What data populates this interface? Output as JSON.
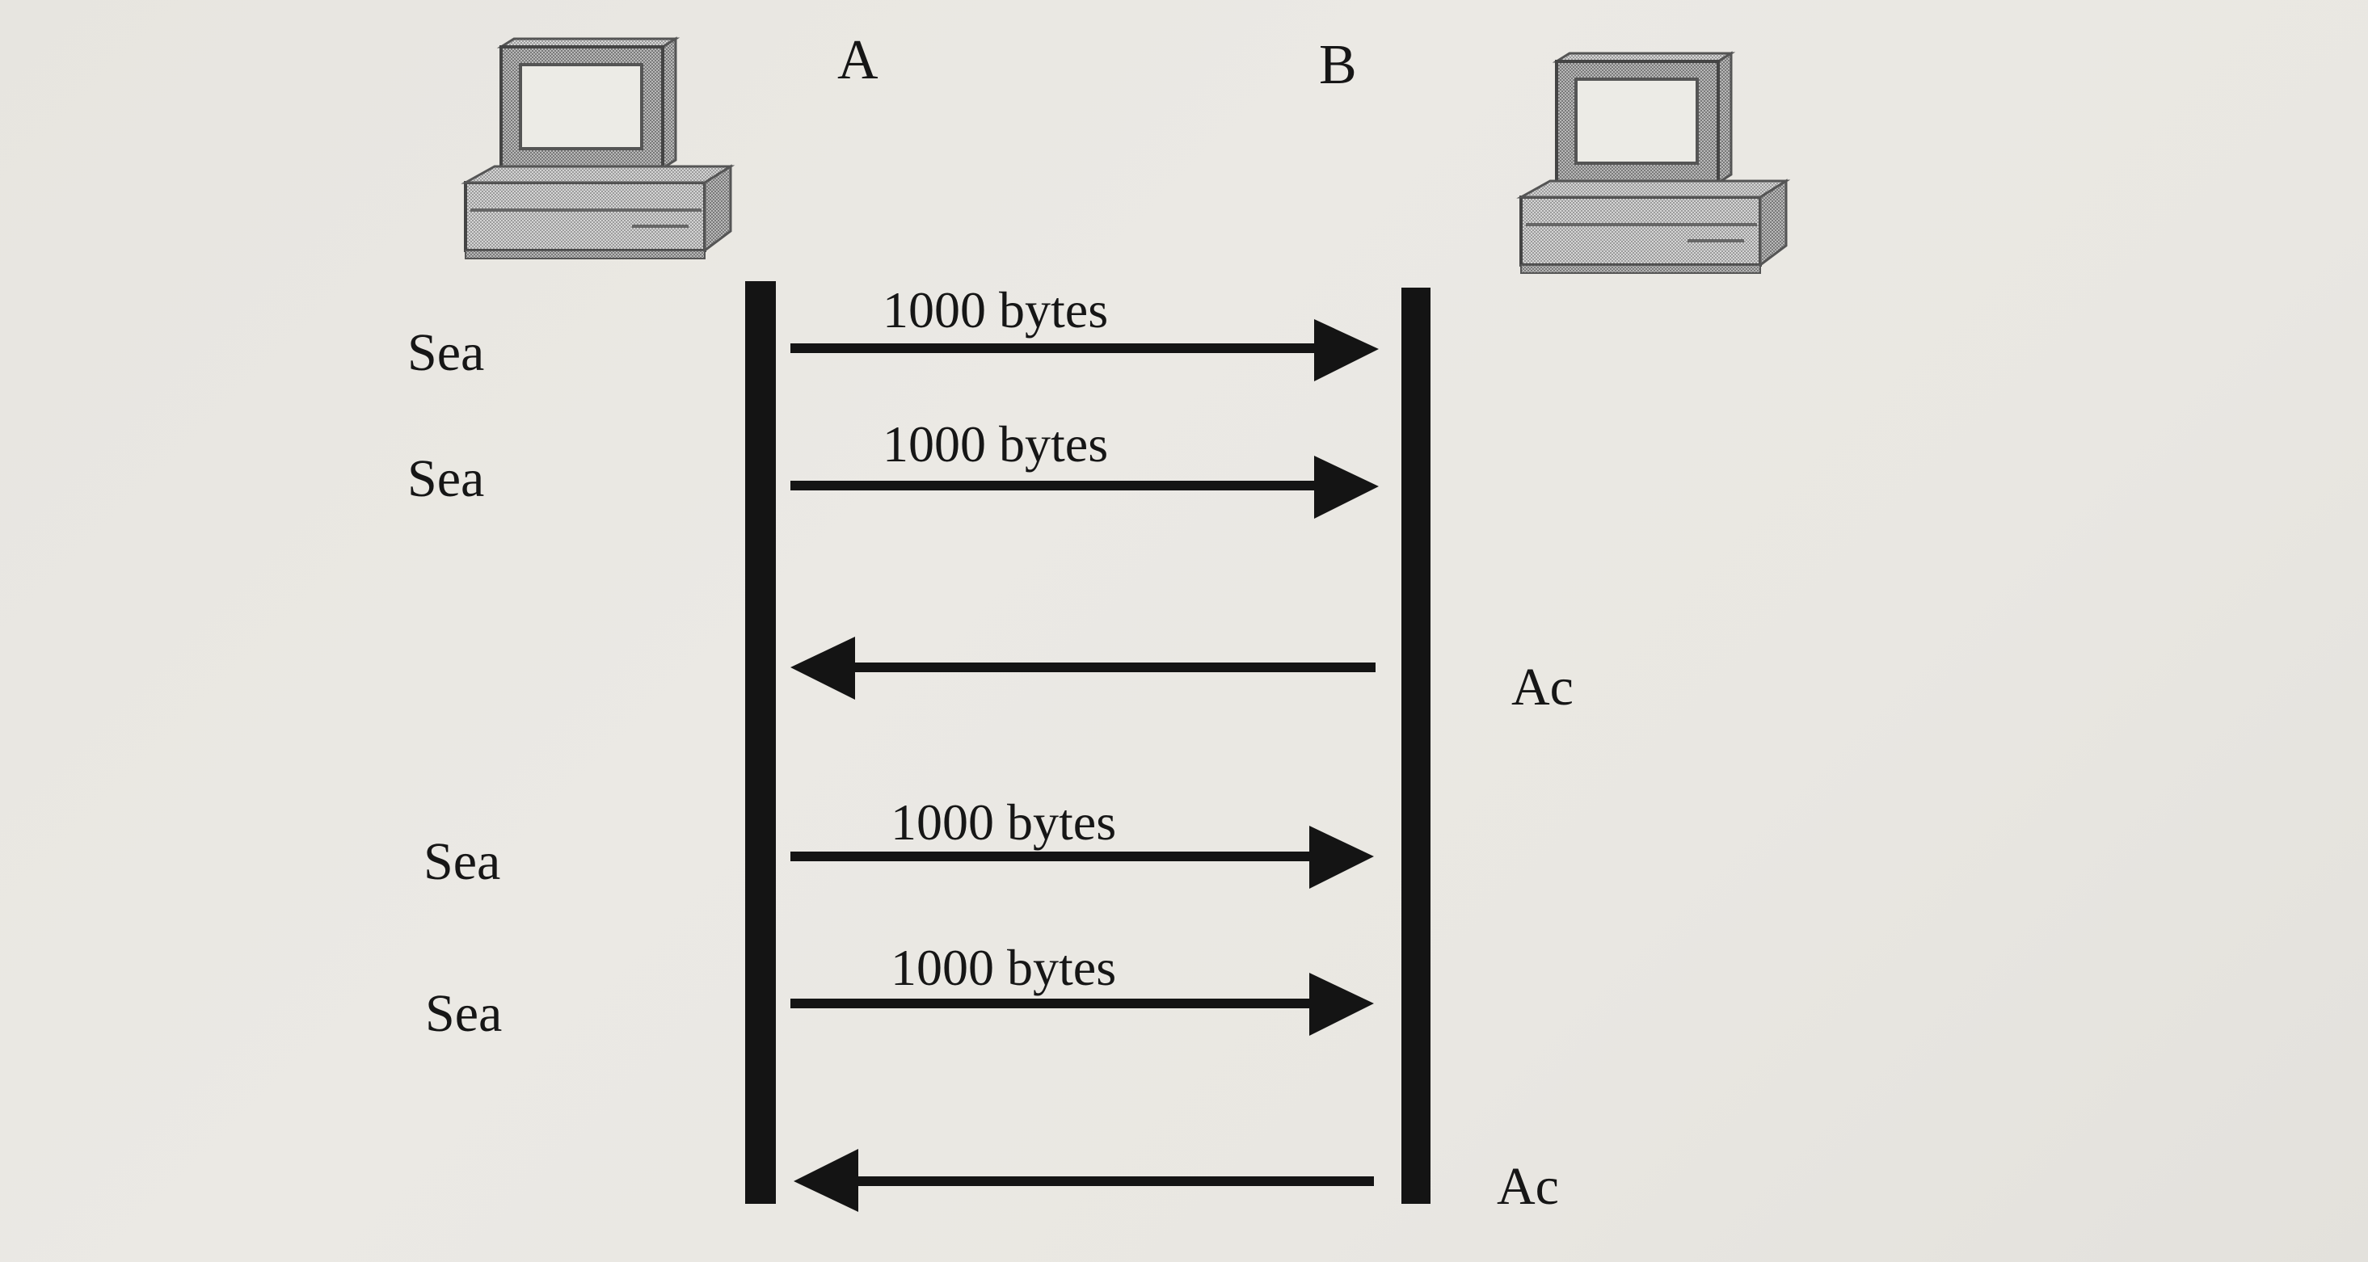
{
  "hosts": {
    "a": {
      "label": "A"
    },
    "b": {
      "label": "B"
    }
  },
  "messages": [
    {
      "direction": "A-to-B",
      "label": "1000 bytes",
      "side_label": "Sea"
    },
    {
      "direction": "A-to-B",
      "label": "1000 bytes",
      "side_label": "Sea"
    },
    {
      "direction": "B-to-A",
      "label": "",
      "side_label": "Ac"
    },
    {
      "direction": "A-to-B",
      "label": "1000 bytes",
      "side_label": "Sea"
    },
    {
      "direction": "A-to-B",
      "label": "1000 bytes",
      "side_label": "Sea"
    },
    {
      "direction": "B-to-A",
      "label": "",
      "side_label": "Ac"
    }
  ],
  "icons": {
    "host_a": "computer-icon",
    "host_b": "computer-icon"
  },
  "colors": {
    "ink": "#141414",
    "background": "#e9e7e2",
    "computer_gray": "#9a9a9a"
  }
}
